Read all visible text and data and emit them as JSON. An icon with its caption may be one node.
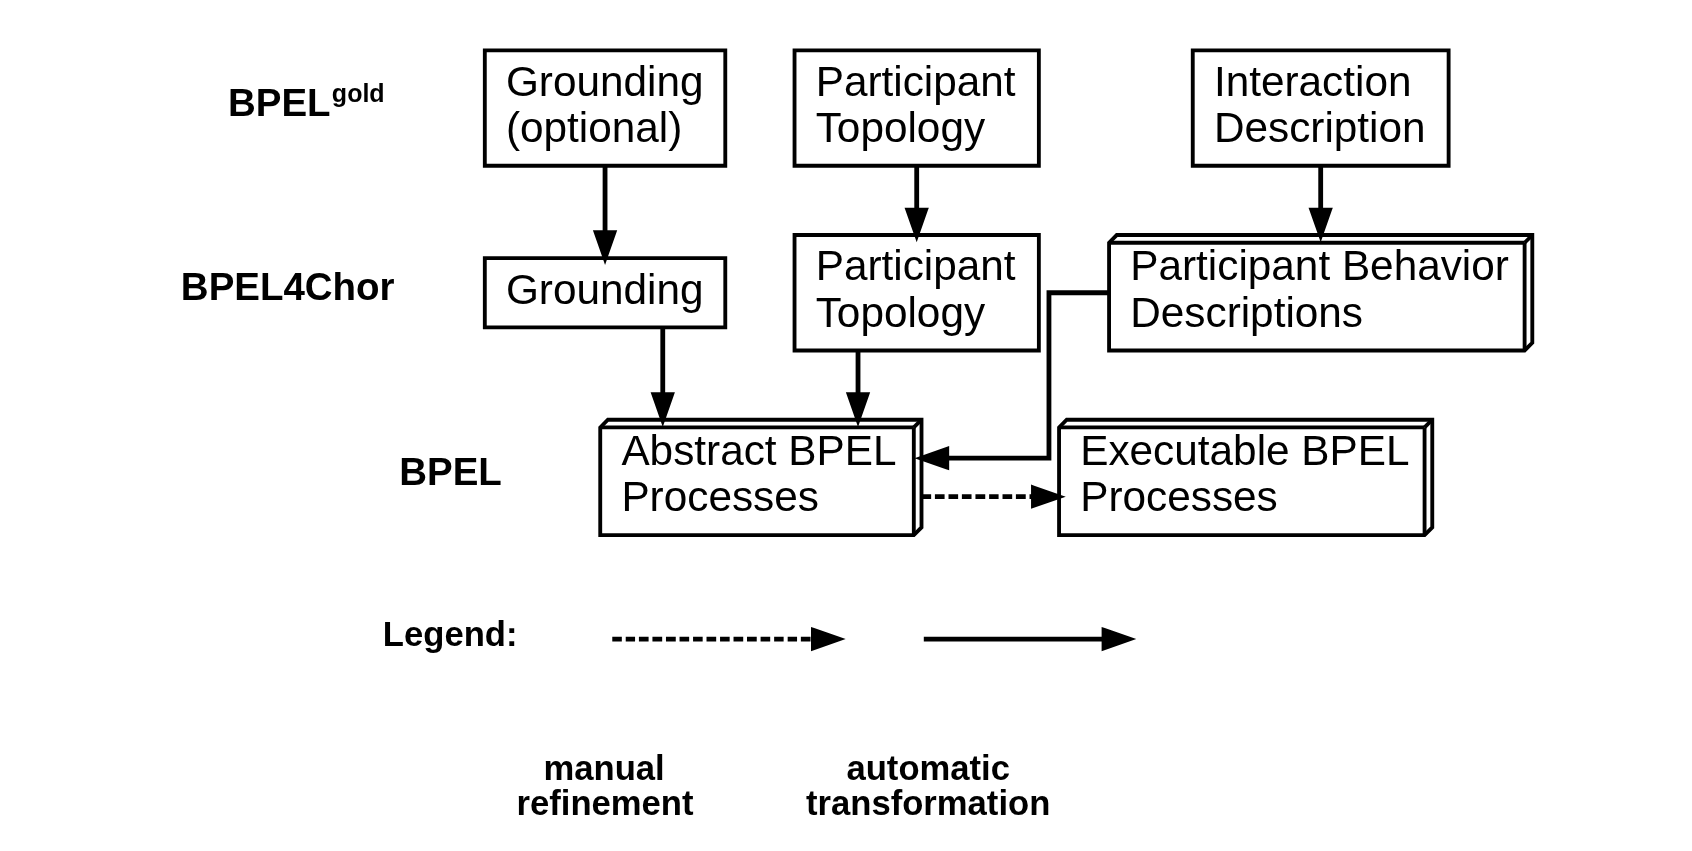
{
  "diagram": {
    "nodes": [
      {
        "text": [
          "Participant Topology"
        ]
      },
      {
        "text": [
          "Interaction Description"
        ]
      },
      {
        "text": [
          "Grounding (optional)"
        ]
      },
      {
        "text": [
          "Participant Topology"
        ]
      },
      {
        "text": [
          "Participant Behavior Descriptions"
        ]
      },
      {
        "text": [
          "Grounding"
        ]
      },
      {
        "text": [
          "Abstract BPEL Processes"
        ]
      },
      {
        "text": [
          "Executable BPEL Processes"
        ]
      }
    ],
    "edges": [
      {
        "from": 0,
        "to": 3,
        "arrow": "to"
      },
      {
        "from": 1,
        "to": 4,
        "arrow": "to"
      },
      {
        "from": 2,
        "to": 5,
        "arrow": "to"
      },
      {
        "from": 3,
        "to": 6,
        "arrow": "to"
      },
      {
        "from": 4,
        "to": 6,
        "arrow": "to"
      },
      {
        "from": 5,
        "to": 6,
        "arrow": "to"
      },
      {
        "from": 6,
        "to": 7,
        "arrow": "to",
        "style": "dashed"
      }
    ],
    "labels": [
      "BPEL$^{gold}$",
      "BPEL4Chor",
      "BPEL",
      "Legend:"
    ],
    "legend": [
      {
        "text": "manual refinement"
      },
      {
        "text": "automatic transformation"
      }
    ]
  }
}
